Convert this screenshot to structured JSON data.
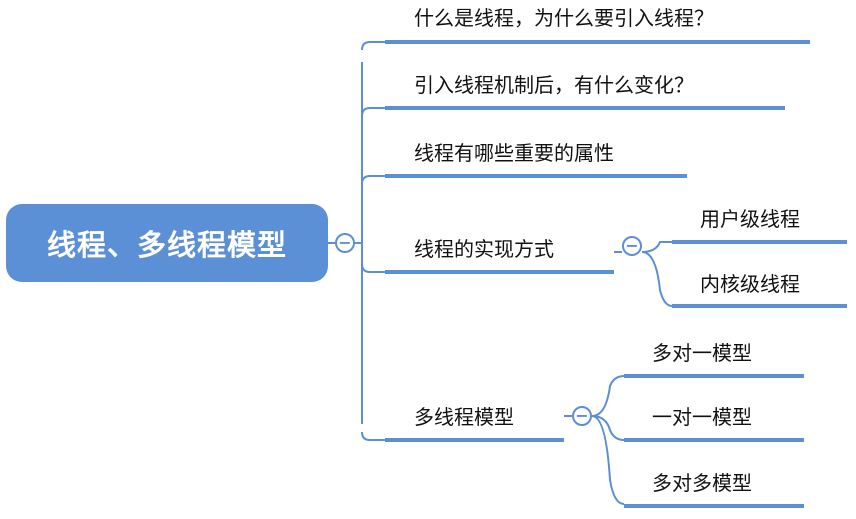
{
  "root": {
    "label": "线程、多线程模型"
  },
  "collapse_symbol": "−",
  "branches": [
    {
      "label": "什么是线程，为什么要引入线程？"
    },
    {
      "label": "引入线程机制后，有什么变化？"
    },
    {
      "label": "线程有哪些重要的属性"
    },
    {
      "label": "线程的实现方式",
      "children": [
        {
          "label": "用户级线程"
        },
        {
          "label": "内核级线程"
        }
      ]
    },
    {
      "label": "多线程模型",
      "children": [
        {
          "label": "多对一模型"
        },
        {
          "label": "一对一模型"
        },
        {
          "label": "多对多模型"
        }
      ]
    }
  ],
  "colors": {
    "accent": "#5b8fd6",
    "text": "#111111",
    "root_text": "#ffffff"
  }
}
